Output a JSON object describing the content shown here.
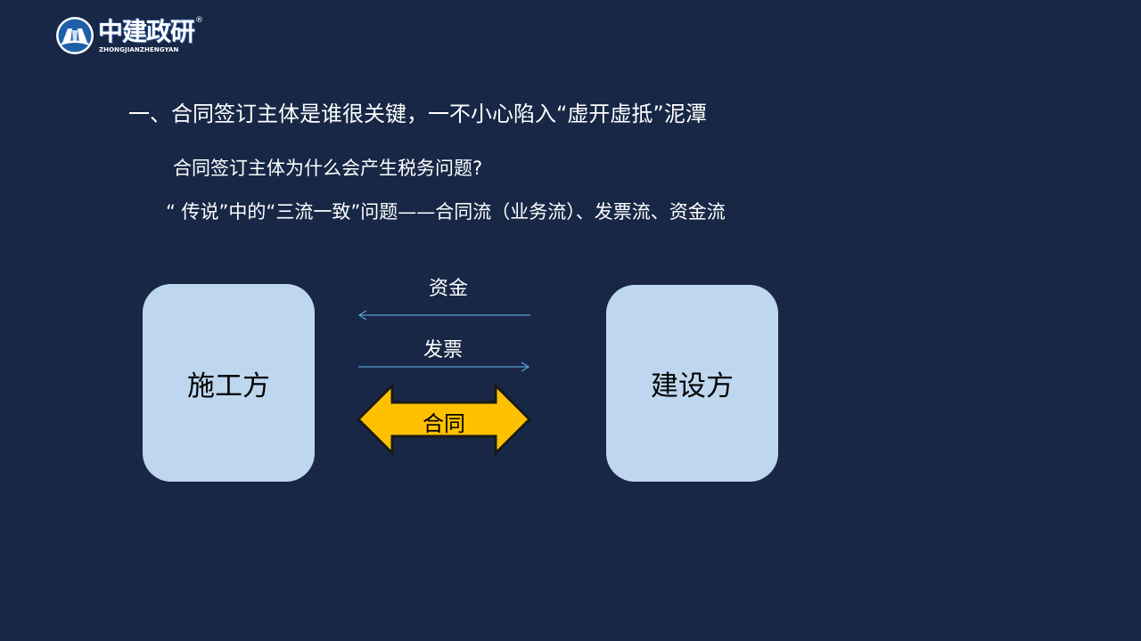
{
  "logo": {
    "name": "中建政研",
    "registered_mark": "®",
    "pinyin": "ZHONGJIANZHENGYAN"
  },
  "slide": {
    "title": "一、合同签订主体是谁很关键，一不小心陷入“虚开虚抵”泥潭",
    "question": "合同签订主体为什么会产生税务问题?",
    "three_flows": "“ 传说”中的“三流一致”问题——合同流（业务流）、发票流、资金流"
  },
  "diagram": {
    "left_party": "施工方",
    "right_party": "建设方",
    "funds_label": "资金",
    "invoice_label": "发票",
    "contract_label": "合同",
    "colors": {
      "background": "#172745",
      "party_box": "#bed7ef",
      "flow_arrow": "#5b9bd5",
      "contract_arrow": "#ffc000"
    }
  }
}
